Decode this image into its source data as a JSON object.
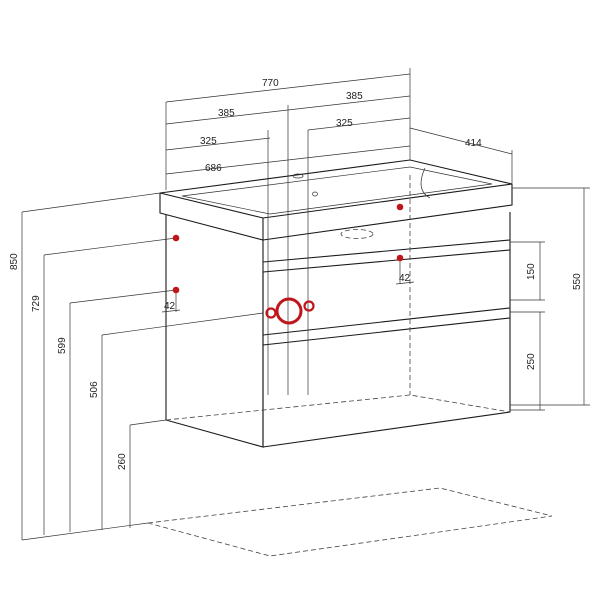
{
  "drawing": {
    "dimensions": {
      "total_width": "770",
      "half_left": "385",
      "half_right": "385",
      "offset_left": "325",
      "offset_right": "325",
      "inner_width": "686",
      "depth": "414",
      "height_total": "850",
      "height_729": "729",
      "height_599": "599",
      "height_506": "506",
      "height_260": "260",
      "body_height": "550",
      "drawer_upper": "150",
      "drawer_lower": "250",
      "small_left": "42",
      "small_right": "42"
    },
    "colors": {
      "line": "#1a1a1a",
      "marker": "#c0161b"
    }
  }
}
